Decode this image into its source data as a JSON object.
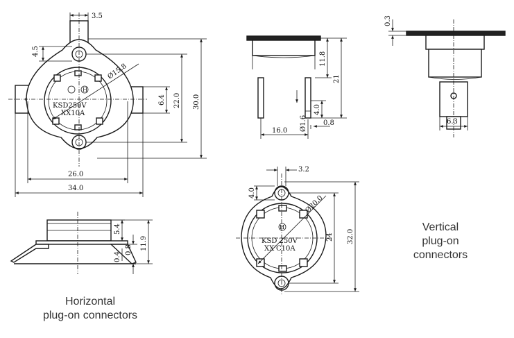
{
  "dims": {
    "d_3_5": "3.5",
    "d_4_5": "4.5",
    "d_15_8": "Ø15.8",
    "d_6_4": "6.4",
    "d_22_0": "22.0",
    "d_30_0": "30.0",
    "d_26_0": "26.0",
    "d_34_0": "34.0",
    "d_5_4": "5.4",
    "d_11_9": "11.9",
    "d_0_4": "0.4",
    "d_0_8a": "0.8",
    "d_11_8": "11.8",
    "d_21": "21",
    "d_4_0a": "4.0",
    "d_1_6": "Ø1.6",
    "d_16_0": "16.0",
    "d_0_8b": "0.8",
    "d_0_3": "0.3",
    "d_6_3": "6.3",
    "d_3_2": "3.2",
    "d_4_0b": "4.0",
    "d_20_0": "Ø20.0",
    "d_24": "24",
    "d_32_0": "32.0"
  },
  "labels": {
    "rating_top": "KSD250V",
    "current_top": "XX10A",
    "rating_bottom": "KSD 250V",
    "current_bottom": "XX'C10A",
    "mark": "H"
  },
  "captions": {
    "horizontal_1": "Horizontal",
    "horizontal_2": "plug-on connectors",
    "vertical_1": "Vertical",
    "vertical_2": "plug-on",
    "vertical_3": "connectors"
  }
}
